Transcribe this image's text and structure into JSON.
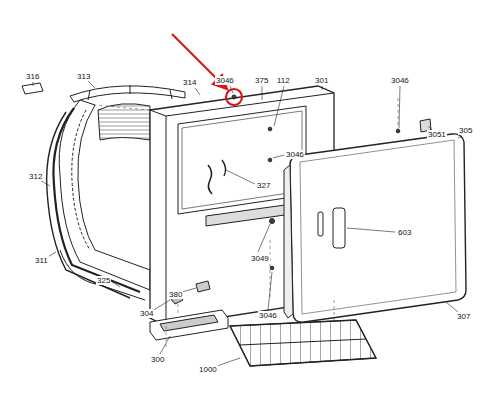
{
  "diagram": {
    "labels": [
      "316",
      "313",
      "314",
      "3046",
      "375",
      "112",
      "301",
      "3046",
      "3051",
      "305",
      "3046",
      "312",
      "327",
      "603",
      "311",
      "3049",
      "325",
      "380",
      "304",
      "3046",
      "307",
      "300",
      "1000"
    ]
  }
}
